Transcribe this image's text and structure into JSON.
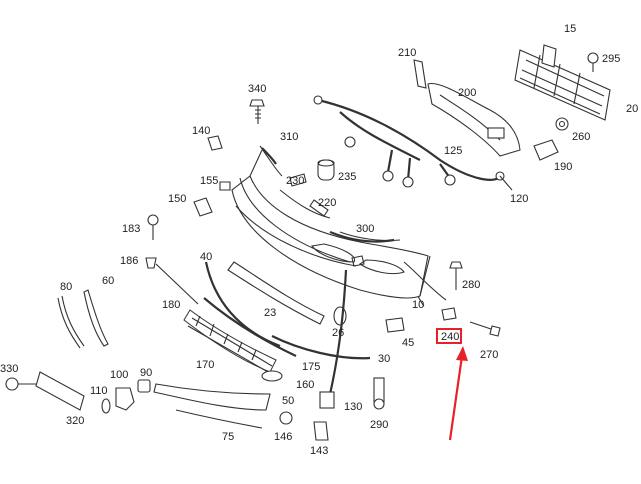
{
  "diagram": {
    "labels": {
      "p15": "15",
      "p295": "295",
      "p210": "210",
      "p200": "200",
      "p220": "20",
      "p260": "260",
      "p190": "190",
      "p340": "340",
      "p140": "140",
      "p310": "310",
      "p125": "125",
      "p120": "120",
      "p230": "230",
      "p235": "235",
      "p155": "155",
      "p150": "150",
      "p220b": "220",
      "p183": "183",
      "p300": "300",
      "p186": "186",
      "p40": "40",
      "p280": "280",
      "p80": "80",
      "p60": "60",
      "p180": "180",
      "p23": "23",
      "p10": "10",
      "p26": "26",
      "p45": "45",
      "p240": "240",
      "p270": "270",
      "p330": "330",
      "p100": "100",
      "p90": "90",
      "p110": "110",
      "p170": "170",
      "p175": "175",
      "p30": "30",
      "p160": "160",
      "p50": "50",
      "p130": "130",
      "p290": "290",
      "p320": "320",
      "p75": "75",
      "p146": "146",
      "p143": "143"
    },
    "highlight": {
      "label_ref": "240",
      "color": "#e8202a"
    },
    "colors": {
      "line": "#333333",
      "accent": "#e8202a",
      "background": "#ffffff"
    }
  }
}
